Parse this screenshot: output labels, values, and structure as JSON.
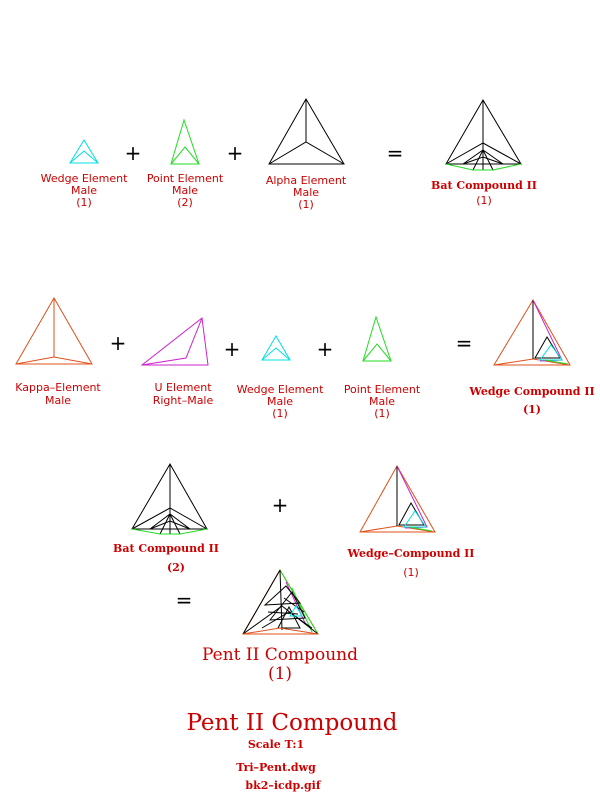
{
  "colors": {
    "cyan": "#00e0e0",
    "green": "#22dd22",
    "black": "#000000",
    "orange": "#e0501a",
    "magenta": "#cc22cc",
    "label_red": "#cc0000"
  },
  "operators": {
    "plus": "+",
    "equals": "="
  },
  "row1": {
    "wedge": {
      "name": "Wedge Element",
      "sex": "Male",
      "count": "(1)"
    },
    "point": {
      "name": "Point Element",
      "sex": "Male",
      "count": "(2)"
    },
    "alpha": {
      "name": "Alpha Element",
      "sex": "Male",
      "count": "(1)"
    },
    "result": {
      "name": "Bat Compound II",
      "count": "(1)"
    }
  },
  "row2": {
    "kappa": {
      "name": "Kappa–Element",
      "sex": "Male"
    },
    "u": {
      "name": "U Element",
      "sex": "Right–Male"
    },
    "wedge": {
      "name": "Wedge Element",
      "sex": "Male",
      "count": "(1)"
    },
    "point": {
      "name": "Point Element",
      "sex": "Male",
      "count": "(1)"
    },
    "result": {
      "name": "Wedge Compound II",
      "count": "(1)"
    }
  },
  "row3": {
    "bat": {
      "name": "Bat Compound II",
      "count": "(2)"
    },
    "wedge": {
      "name": "Wedge–Compound II",
      "count": "(1)"
    },
    "result": {
      "name": "Pent II Compound",
      "count": "(1)"
    }
  },
  "footer": {
    "title": "Pent II Compound",
    "scale": "Scale T:1",
    "file1": "Tri–Pent.dwg",
    "file2": "bk2–icdp.gif"
  }
}
